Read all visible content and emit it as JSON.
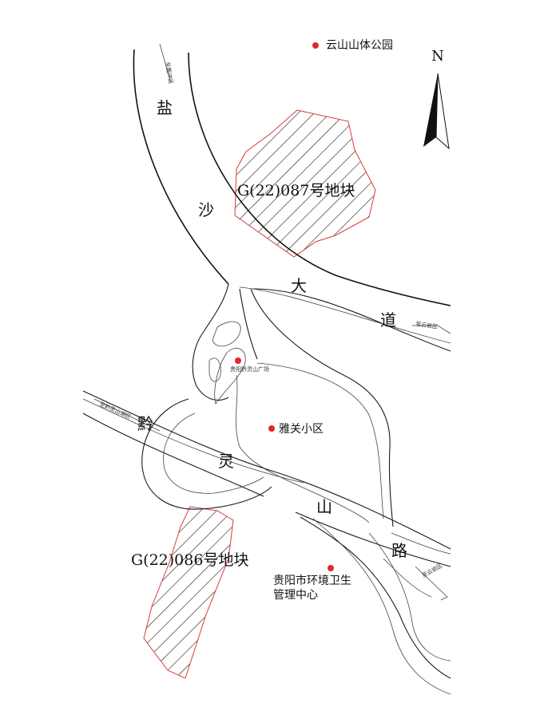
{
  "roads": {
    "yansha": [
      "盐",
      "沙",
      "大",
      "道"
    ],
    "qianling": [
      "黔",
      "灵",
      "山",
      "路"
    ],
    "direction_labels": {
      "to_luwan": "至鹿冲区",
      "to_yunyan_top": "至云岩区",
      "to_qianlingshan": "至黔灵山湖区",
      "to_yunyan_bottom": "至云岩区"
    }
  },
  "parcels": {
    "north": "G(22)087号地块",
    "south": "G(22)086号地块"
  },
  "pois": {
    "park": "云山山体公园",
    "small_square": "贵阳黔灵山广场",
    "community": "雅关小区",
    "sanitation_line1": "贵阳市环境卫生",
    "sanitation_line2": "管理中心"
  },
  "compass": {
    "label": "N"
  },
  "colors": {
    "poi": "#e3262b",
    "parcel_outline": "#d93a3a",
    "line": "#1a1a1a"
  }
}
